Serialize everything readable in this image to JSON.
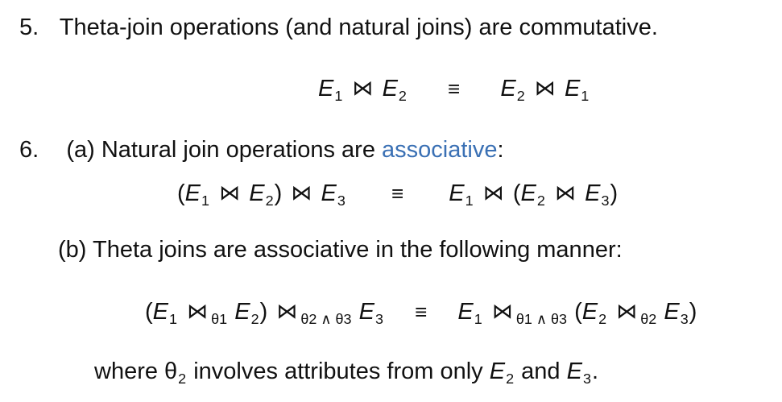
{
  "rule5": {
    "number": "5.",
    "text": "Theta-join operations (and natural joins) are commutative.",
    "formula": {
      "E": "E",
      "one": "1",
      "two": "2",
      "join": "⋈",
      "equiv": "≡"
    }
  },
  "rule6": {
    "number": "6.",
    "a_label": "(a)",
    "a_text": "Natural join operations are",
    "a_link": "associative",
    "a_colon": ":",
    "a_formula": {
      "lparen": "(",
      "rparen": ")",
      "three": "3",
      "equiv": "≡"
    },
    "b_text": "(b) Theta joins are associative in the following manner:",
    "b_formula": {
      "theta1": "θ1",
      "theta2": "θ2",
      "theta2_and_theta3": "θ2 ∧ θ3",
      "theta1_and_theta3": "θ1 ∧ θ3"
    },
    "where_text_prefix": "where θ",
    "where_sub": "2",
    "where_text_mid": "involves attributes from only",
    "where_E2": "E",
    "where_and": "and",
    "where_E3": "E",
    "where_period": "."
  },
  "colors": {
    "text": "#111111",
    "link": "#3a70b4"
  }
}
